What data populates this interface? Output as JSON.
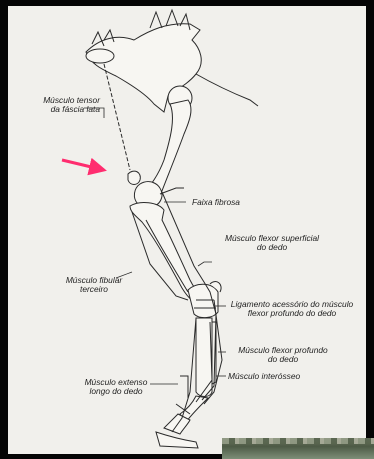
{
  "labels": {
    "tensor": [
      "Músculo tensor",
      "da fáscia lata"
    ],
    "faixa": [
      "Faixa fibrosa"
    ],
    "flexor_superficial": [
      "Músculo flexor superficial",
      "do dedo"
    ],
    "fibular": [
      "Músculo fibular",
      "terceiro"
    ],
    "ligamento": [
      "Ligamento acessório do músculo",
      "flexor profundo do dedo"
    ],
    "flexor_profundo": [
      "Músculo flexor profundo",
      "do dedo"
    ],
    "interosseo": [
      "Músculo interósseo"
    ],
    "extensor": [
      "Músculo extenso",
      "longo do dedo"
    ]
  },
  "colors": {
    "panel_background": "#f1f0ec",
    "frame": "#050505",
    "line": "#2a2a2a",
    "bone_fill": "#f7f6f2",
    "arrow": "#ff2d6f"
  },
  "icons": {
    "pointer": "arrow-icon"
  }
}
